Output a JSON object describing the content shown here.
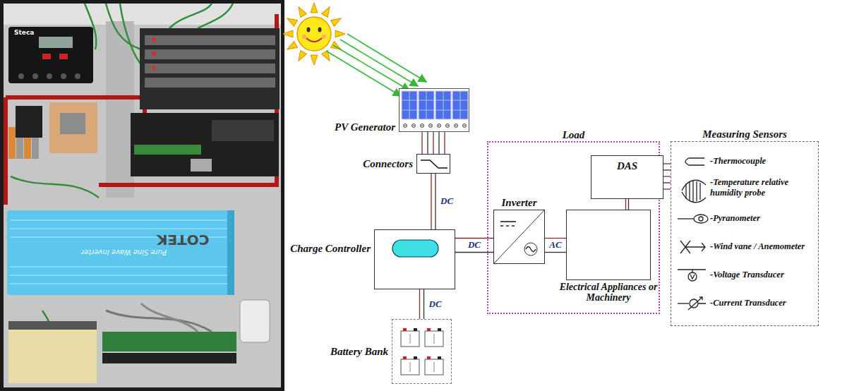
{
  "diagram": {
    "nodes": [
      {
        "text": [
          "PV Generator"
        ]
      },
      {
        "text": [
          "Connectors"
        ]
      },
      {
        "text": [
          "Charge Controller"
        ]
      },
      {
        "text": [
          "Battery Bank"
        ]
      },
      {
        "text": [
          "Load"
        ]
      },
      {
        "text": [
          "Inverter"
        ],
        "in": 4
      },
      {
        "text": [
          "DAS"
        ],
        "in": 4
      },
      {
        "text": [
          "Electrical Appliances or Machinery"
        ],
        "in": 4
      },
      {
        "text": [
          "Measuring Sensors"
        ]
      }
    ],
    "edges": [
      {
        "from": 0,
        "to": 1,
        "arrow": "none"
      },
      {
        "from": 1,
        "to": 2,
        "label": "DC",
        "arrow": "none"
      },
      {
        "from": 2,
        "to": 3,
        "label": "DC",
        "arrow": "none"
      },
      {
        "from": 2,
        "to": 5,
        "label": "DC",
        "arrow": "none"
      },
      {
        "from": 5,
        "to": 7,
        "label": "AC",
        "arrow": "none"
      },
      {
        "from": 6,
        "to": 7,
        "arrow": "none"
      },
      {
        "from": 6,
        "to": 8,
        "arrow": "none"
      }
    ],
    "labels": [
      "Steca",
      "Pure Sine Wave Inverter",
      "COTEK",
      "-Thermocouple",
      "-Temperature relative humidity probe",
      "-Pyranometer",
      "-Wind vane / Anemometer",
      "-Voltage Transducer",
      "-Current Transducer"
    ]
  }
}
